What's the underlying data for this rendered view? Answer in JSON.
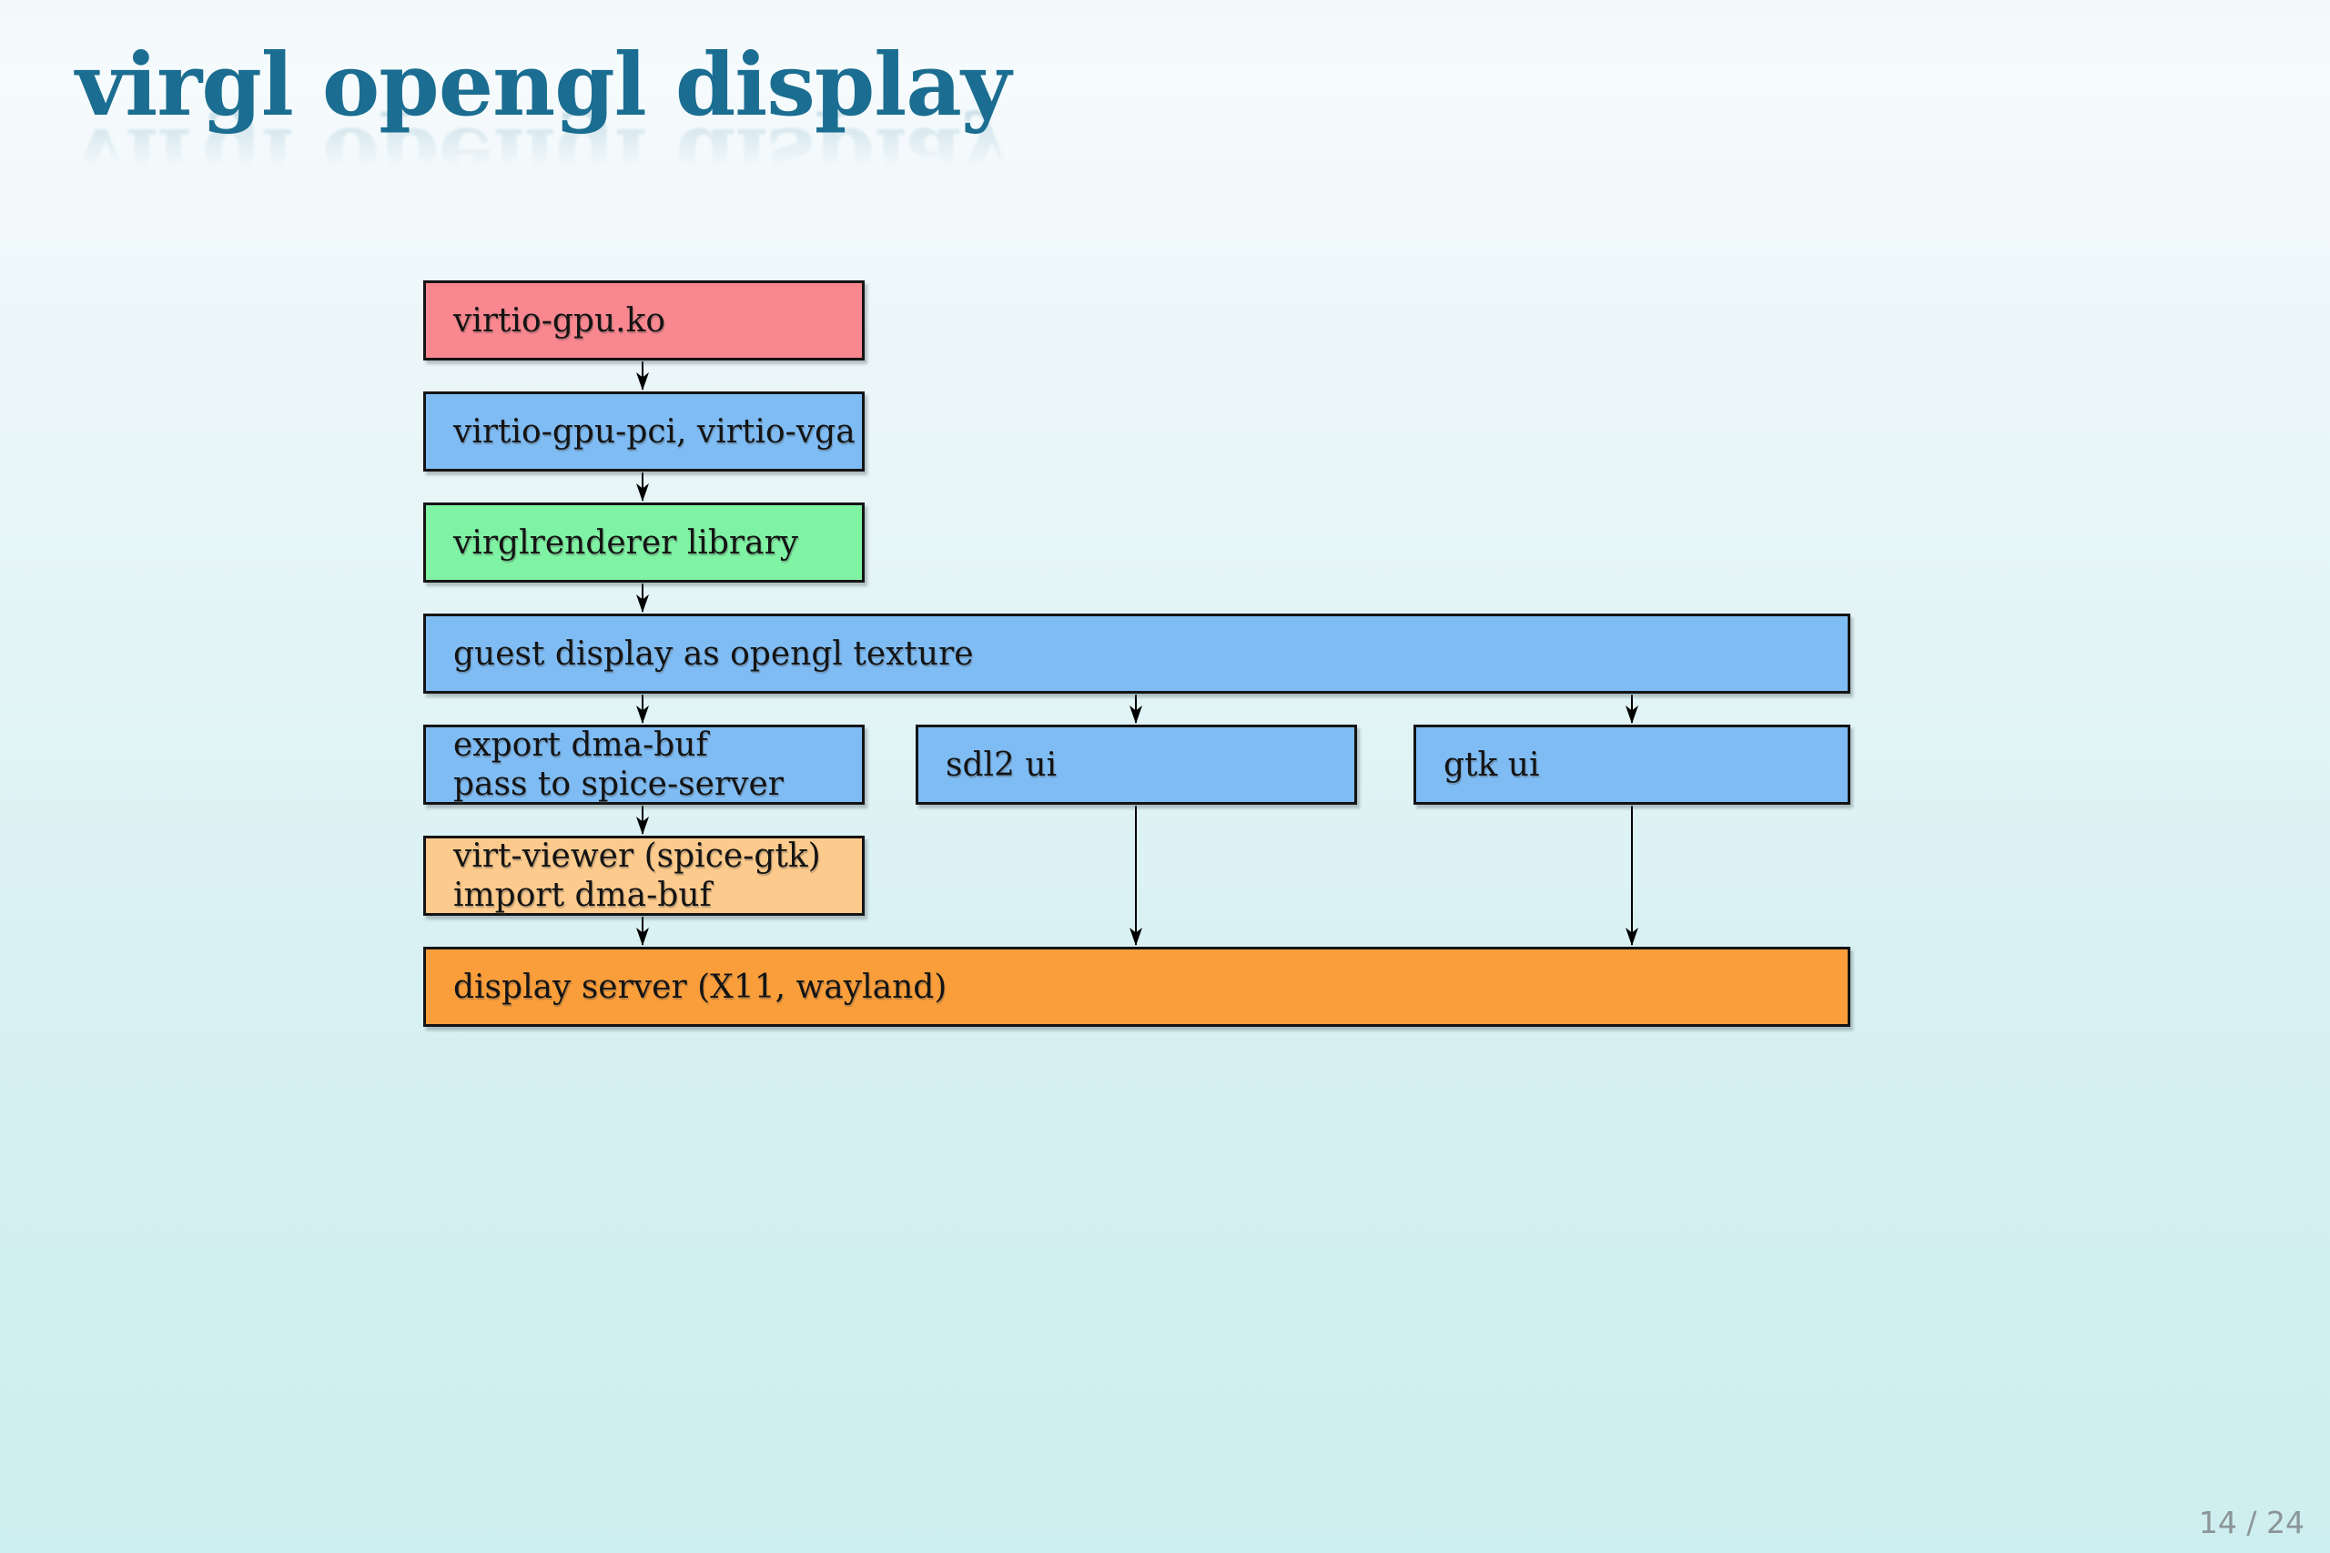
{
  "slide": {
    "title": "virgl opengl display",
    "page_indicator": "14 / 24",
    "colors": {
      "title_text": "#1b6e91",
      "background_top": "#f3f9fb",
      "background_bottom": "#cdeef0",
      "node_border": "#141414",
      "node_pink": "#f9878f",
      "node_blue": "#7fbcf4",
      "node_green": "#7ff2a3",
      "node_tan": "#fcca8c",
      "node_orange": "#f99e3b",
      "page_indicator_text": "#8b9496"
    }
  },
  "diagram": {
    "nodes": [
      {
        "id": "virtio-gpu-ko",
        "lines": [
          "virtio-gpu.ko"
        ],
        "color": "#f9878f"
      },
      {
        "id": "virtio-gpu-pci",
        "lines": [
          "virtio-gpu-pci, virtio-vga"
        ],
        "color": "#7fbcf4"
      },
      {
        "id": "virglrenderer",
        "lines": [
          "virglrenderer library"
        ],
        "color": "#7ff2a3"
      },
      {
        "id": "guest-display",
        "lines": [
          "guest display as opengl texture"
        ],
        "color": "#7fbcf4"
      },
      {
        "id": "export-dmabuf",
        "lines": [
          "export dma-buf",
          "pass to spice-server"
        ],
        "color": "#7fbcf4"
      },
      {
        "id": "sdl2-ui",
        "lines": [
          "sdl2 ui"
        ],
        "color": "#7fbcf4"
      },
      {
        "id": "gtk-ui",
        "lines": [
          "gtk ui"
        ],
        "color": "#7fbcf4"
      },
      {
        "id": "virt-viewer",
        "lines": [
          "virt-viewer (spice-gtk)",
          "import dma-buf"
        ],
        "color": "#fcca8c"
      },
      {
        "id": "display-server",
        "lines": [
          "display server (X11, wayland)"
        ],
        "color": "#f99e3b"
      }
    ],
    "edges": [
      {
        "from": "virtio-gpu-ko",
        "to": "virtio-gpu-pci"
      },
      {
        "from": "virtio-gpu-pci",
        "to": "virglrenderer"
      },
      {
        "from": "virglrenderer",
        "to": "guest-display"
      },
      {
        "from": "guest-display",
        "to": "export-dmabuf"
      },
      {
        "from": "guest-display",
        "to": "sdl2-ui"
      },
      {
        "from": "guest-display",
        "to": "gtk-ui"
      },
      {
        "from": "export-dmabuf",
        "to": "virt-viewer"
      },
      {
        "from": "virt-viewer",
        "to": "display-server"
      },
      {
        "from": "sdl2-ui",
        "to": "display-server"
      },
      {
        "from": "gtk-ui",
        "to": "display-server"
      }
    ]
  }
}
